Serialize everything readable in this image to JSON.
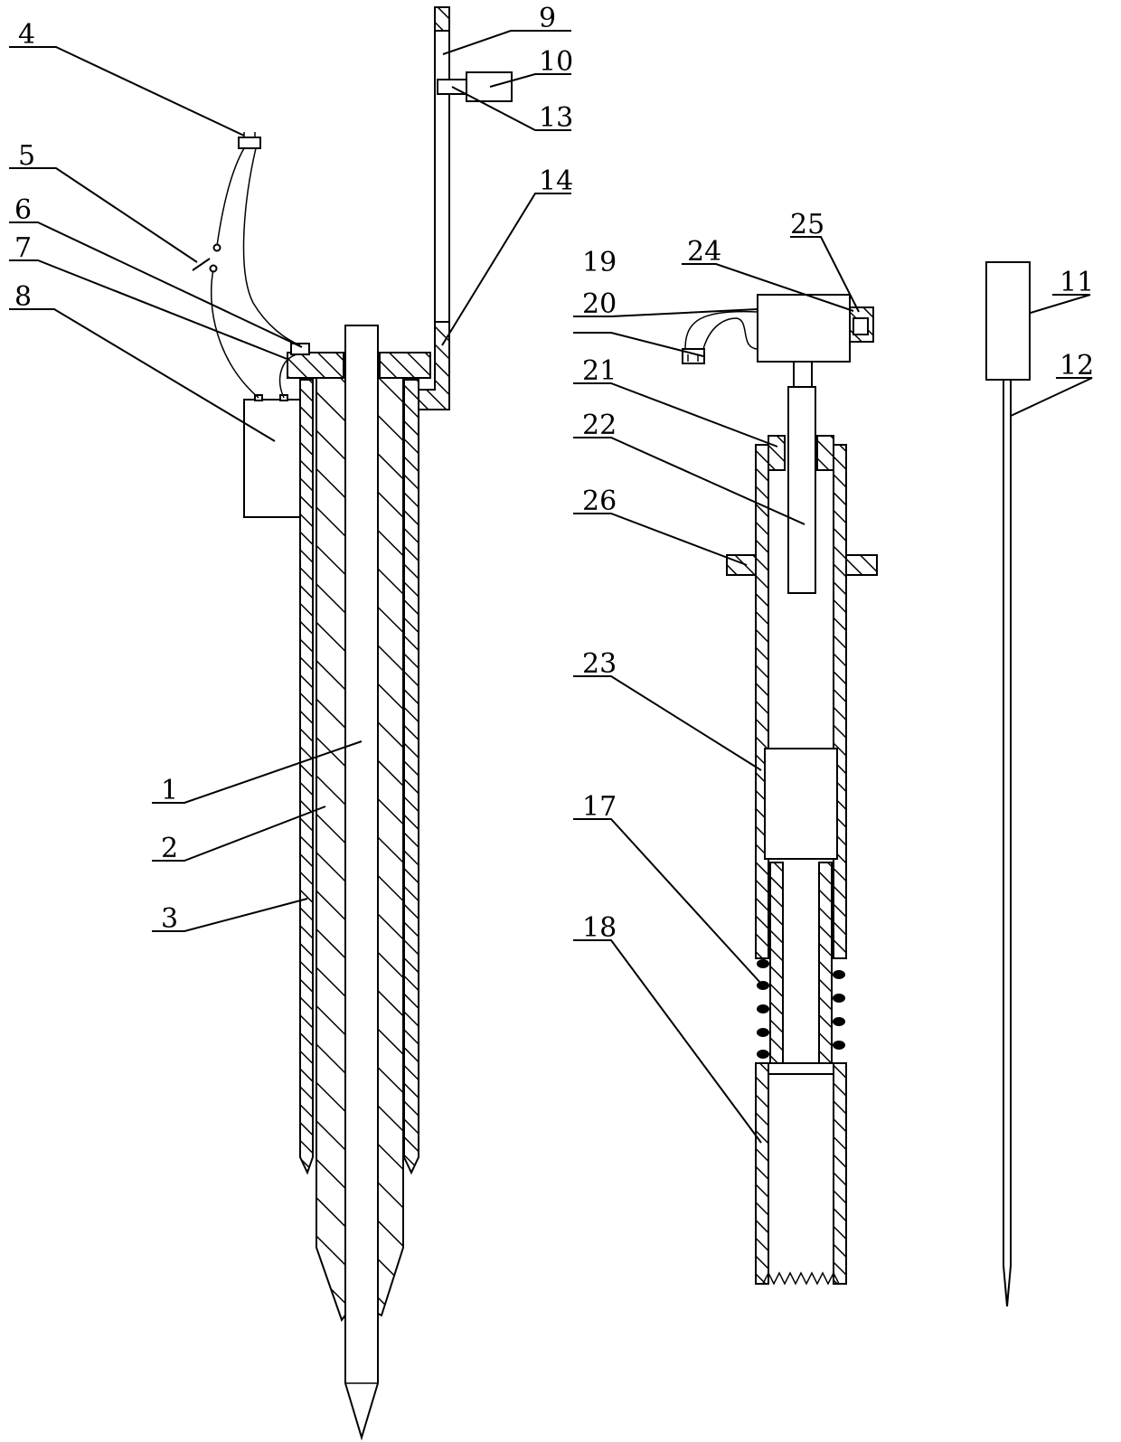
{
  "labels": {
    "l1": "1",
    "l2": "2",
    "l3": "3",
    "l4": "4",
    "l5": "5",
    "l6": "6",
    "l7": "7",
    "l8": "8",
    "l9": "9",
    "l10": "10",
    "l11": "11",
    "l12": "12",
    "l13": "13",
    "l14": "14",
    "l17": "17",
    "l18": "18",
    "l19": "19",
    "l20": "20",
    "l21": "21",
    "l22": "22",
    "l23": "23",
    "l24": "24",
    "l25": "25",
    "l26": "26"
  }
}
